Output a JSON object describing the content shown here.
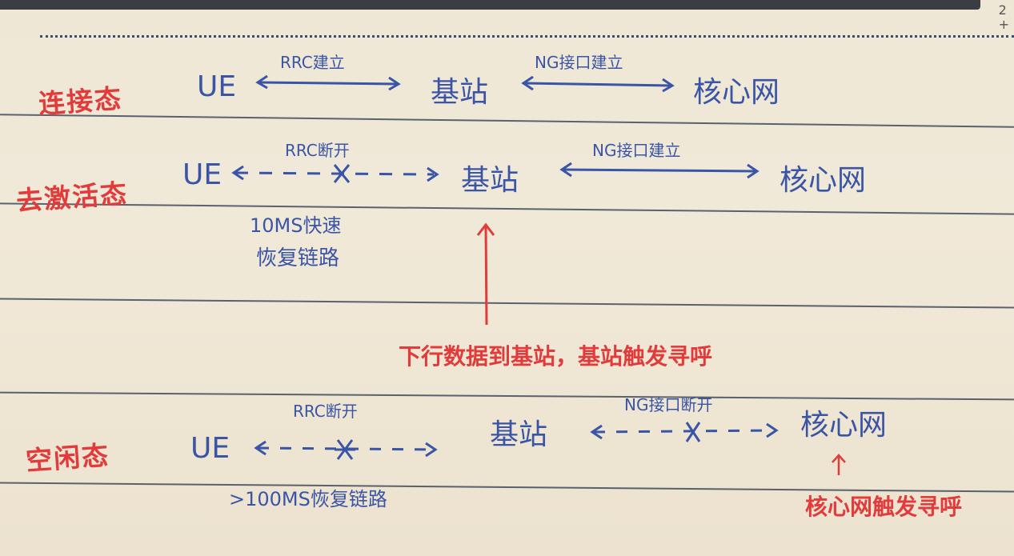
{
  "states": {
    "connected": "连接态",
    "inactive": "去激活态",
    "idle": "空闲态"
  },
  "row1": {
    "ue": "UE",
    "rrc_label": "RRC建立",
    "base_station": "基站",
    "ng_label": "NG接口建立",
    "core_network": "核心网"
  },
  "row2": {
    "ue": "UE",
    "rrc_label": "RRC断开",
    "base_station": "基站",
    "ng_label": "NG接口建立",
    "core_network": "核心网",
    "note_line1": "10MS快速",
    "note_line2": "恢复链路",
    "trigger_note": "下行数据到基站，基站触发寻呼"
  },
  "row3": {
    "ue": "UE",
    "rrc_label": "RRC断开",
    "base_station": "基站",
    "ng_label": "NG接口断开",
    "core_network": "核心网",
    "note": ">100MS恢复链路",
    "trigger_note": "核心网触发寻呼"
  },
  "colors": {
    "red_ink": "#e23b3b",
    "blue_ink": "#3a55a6",
    "paper": "#efe7d6"
  }
}
